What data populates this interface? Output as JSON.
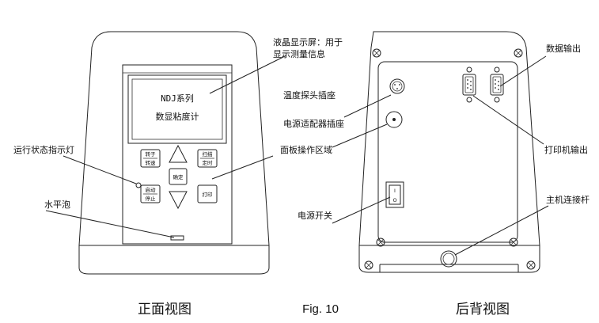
{
  "front": {
    "lcd_line1": "NDJ系列",
    "lcd_line2": "数显粘度计",
    "keys": {
      "rotor_speed": [
        "转子",
        "转速"
      ],
      "scan_timer": [
        "扫描",
        "定时"
      ],
      "start_stop": [
        "启动",
        "停止"
      ],
      "confirm": "确定",
      "print": "打印"
    },
    "labels": {
      "lcd": [
        "液晶显示屏：用于",
        "显示测量信息"
      ],
      "status_lamp": "运行状态指示灯",
      "panel_area": "面板操作区域",
      "level_bubble": "水平泡"
    },
    "caption": "正面视图"
  },
  "back": {
    "labels": {
      "data_output": "数据输出",
      "temp_probe": "温度探头插座",
      "power_adapter": "电源适配器插座",
      "printer_output": "打印机输出",
      "power_switch": "电源开关",
      "stand_rod": "主机连接杆"
    },
    "switch_marks": [
      "I",
      "O"
    ],
    "caption": "后背视图"
  },
  "figure_caption": "Fig. 10"
}
